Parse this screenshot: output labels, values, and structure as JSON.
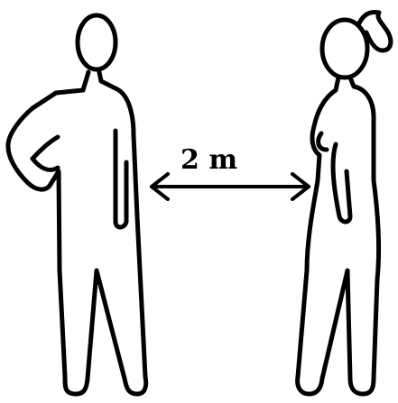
{
  "diagram": {
    "distance_label": "2 m",
    "colors": {
      "stroke": "#000000",
      "background": "#ffffff"
    },
    "figures": [
      {
        "name": "man-figure"
      },
      {
        "name": "woman-figure"
      }
    ],
    "arrow": {
      "type": "double-headed",
      "name": "distance-arrow"
    }
  }
}
